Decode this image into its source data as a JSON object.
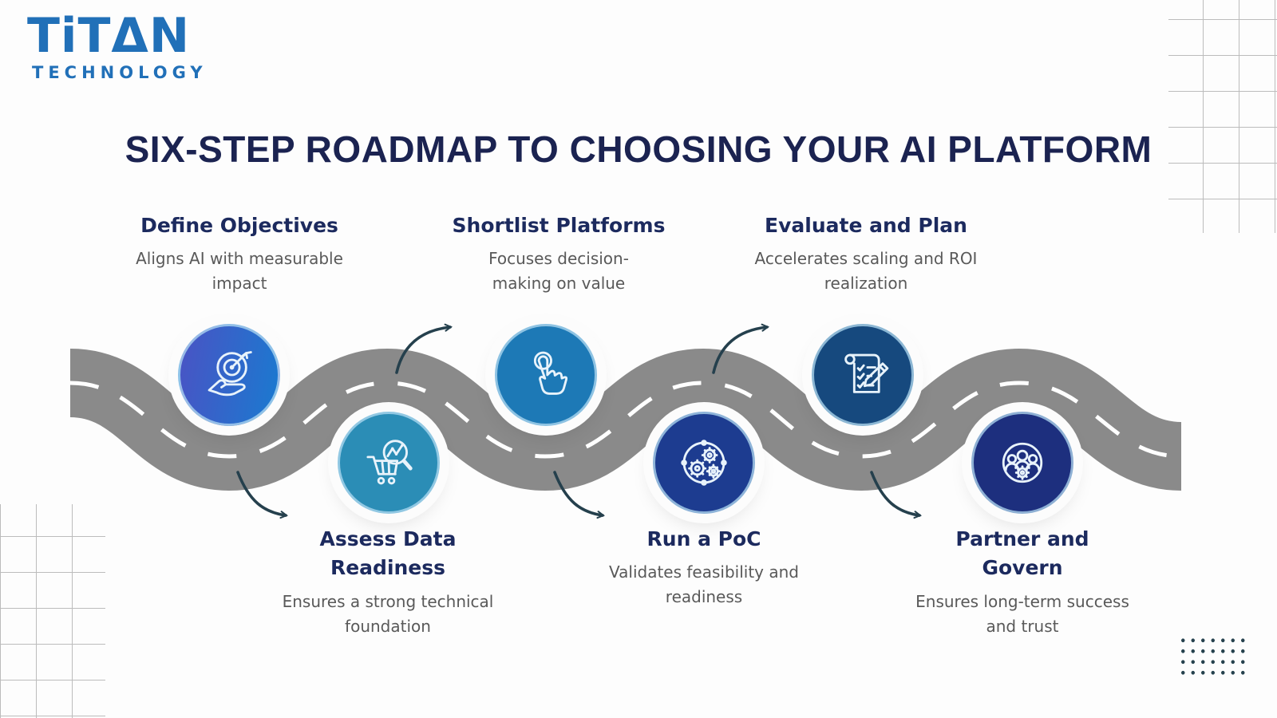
{
  "logo": {
    "prefix": "TiT",
    "triangle": "Δ",
    "suffix": "N",
    "subtitle": "TECHNOLOGY",
    "brand_color": "#2170b8"
  },
  "title": {
    "text": "SIX-STEP ROADMAP TO CHOOSING YOUR AI PLATFORM",
    "color": "#1b2351"
  },
  "steps": [
    {
      "position": "top",
      "title": "Define Objectives",
      "description": "Aligns AI with measurable impact",
      "icon": "target-in-hand-icon",
      "circle_color": "gradient #4a53c4 to #1a7ad0"
    },
    {
      "position": "bottom",
      "title": "Assess Data Readiness",
      "description": "Ensures a strong technical foundation",
      "icon": "cart-magnifier-icon",
      "circle_color": "#2b8db6"
    },
    {
      "position": "top",
      "title": "Shortlist Platforms",
      "description": "Focuses decision-making on value",
      "icon": "tap-select-icon",
      "circle_color": "#1d79b6"
    },
    {
      "position": "bottom",
      "title": "Run a PoC",
      "description": "Validates feasibility and readiness",
      "icon": "gears-network-icon",
      "circle_color": "#1d3c90"
    },
    {
      "position": "top",
      "title": "Evaluate and Plan",
      "description": "Accelerates scaling and ROI realization",
      "icon": "checklist-pencil-icon",
      "circle_color": "#16497e"
    },
    {
      "position": "bottom",
      "title": "Partner and Govern",
      "description": "Ensures long-term success and trust",
      "icon": "team-gear-icon",
      "circle_color": "#1d2f7e"
    }
  ],
  "road": {
    "color": "#8a8a8a",
    "dash_color": "#ffffff"
  },
  "arrows": {
    "color": "#25404d",
    "count": 5
  },
  "decorations": {
    "grid_line_color": "#bcbcbc",
    "dot_color": "#26424e"
  }
}
